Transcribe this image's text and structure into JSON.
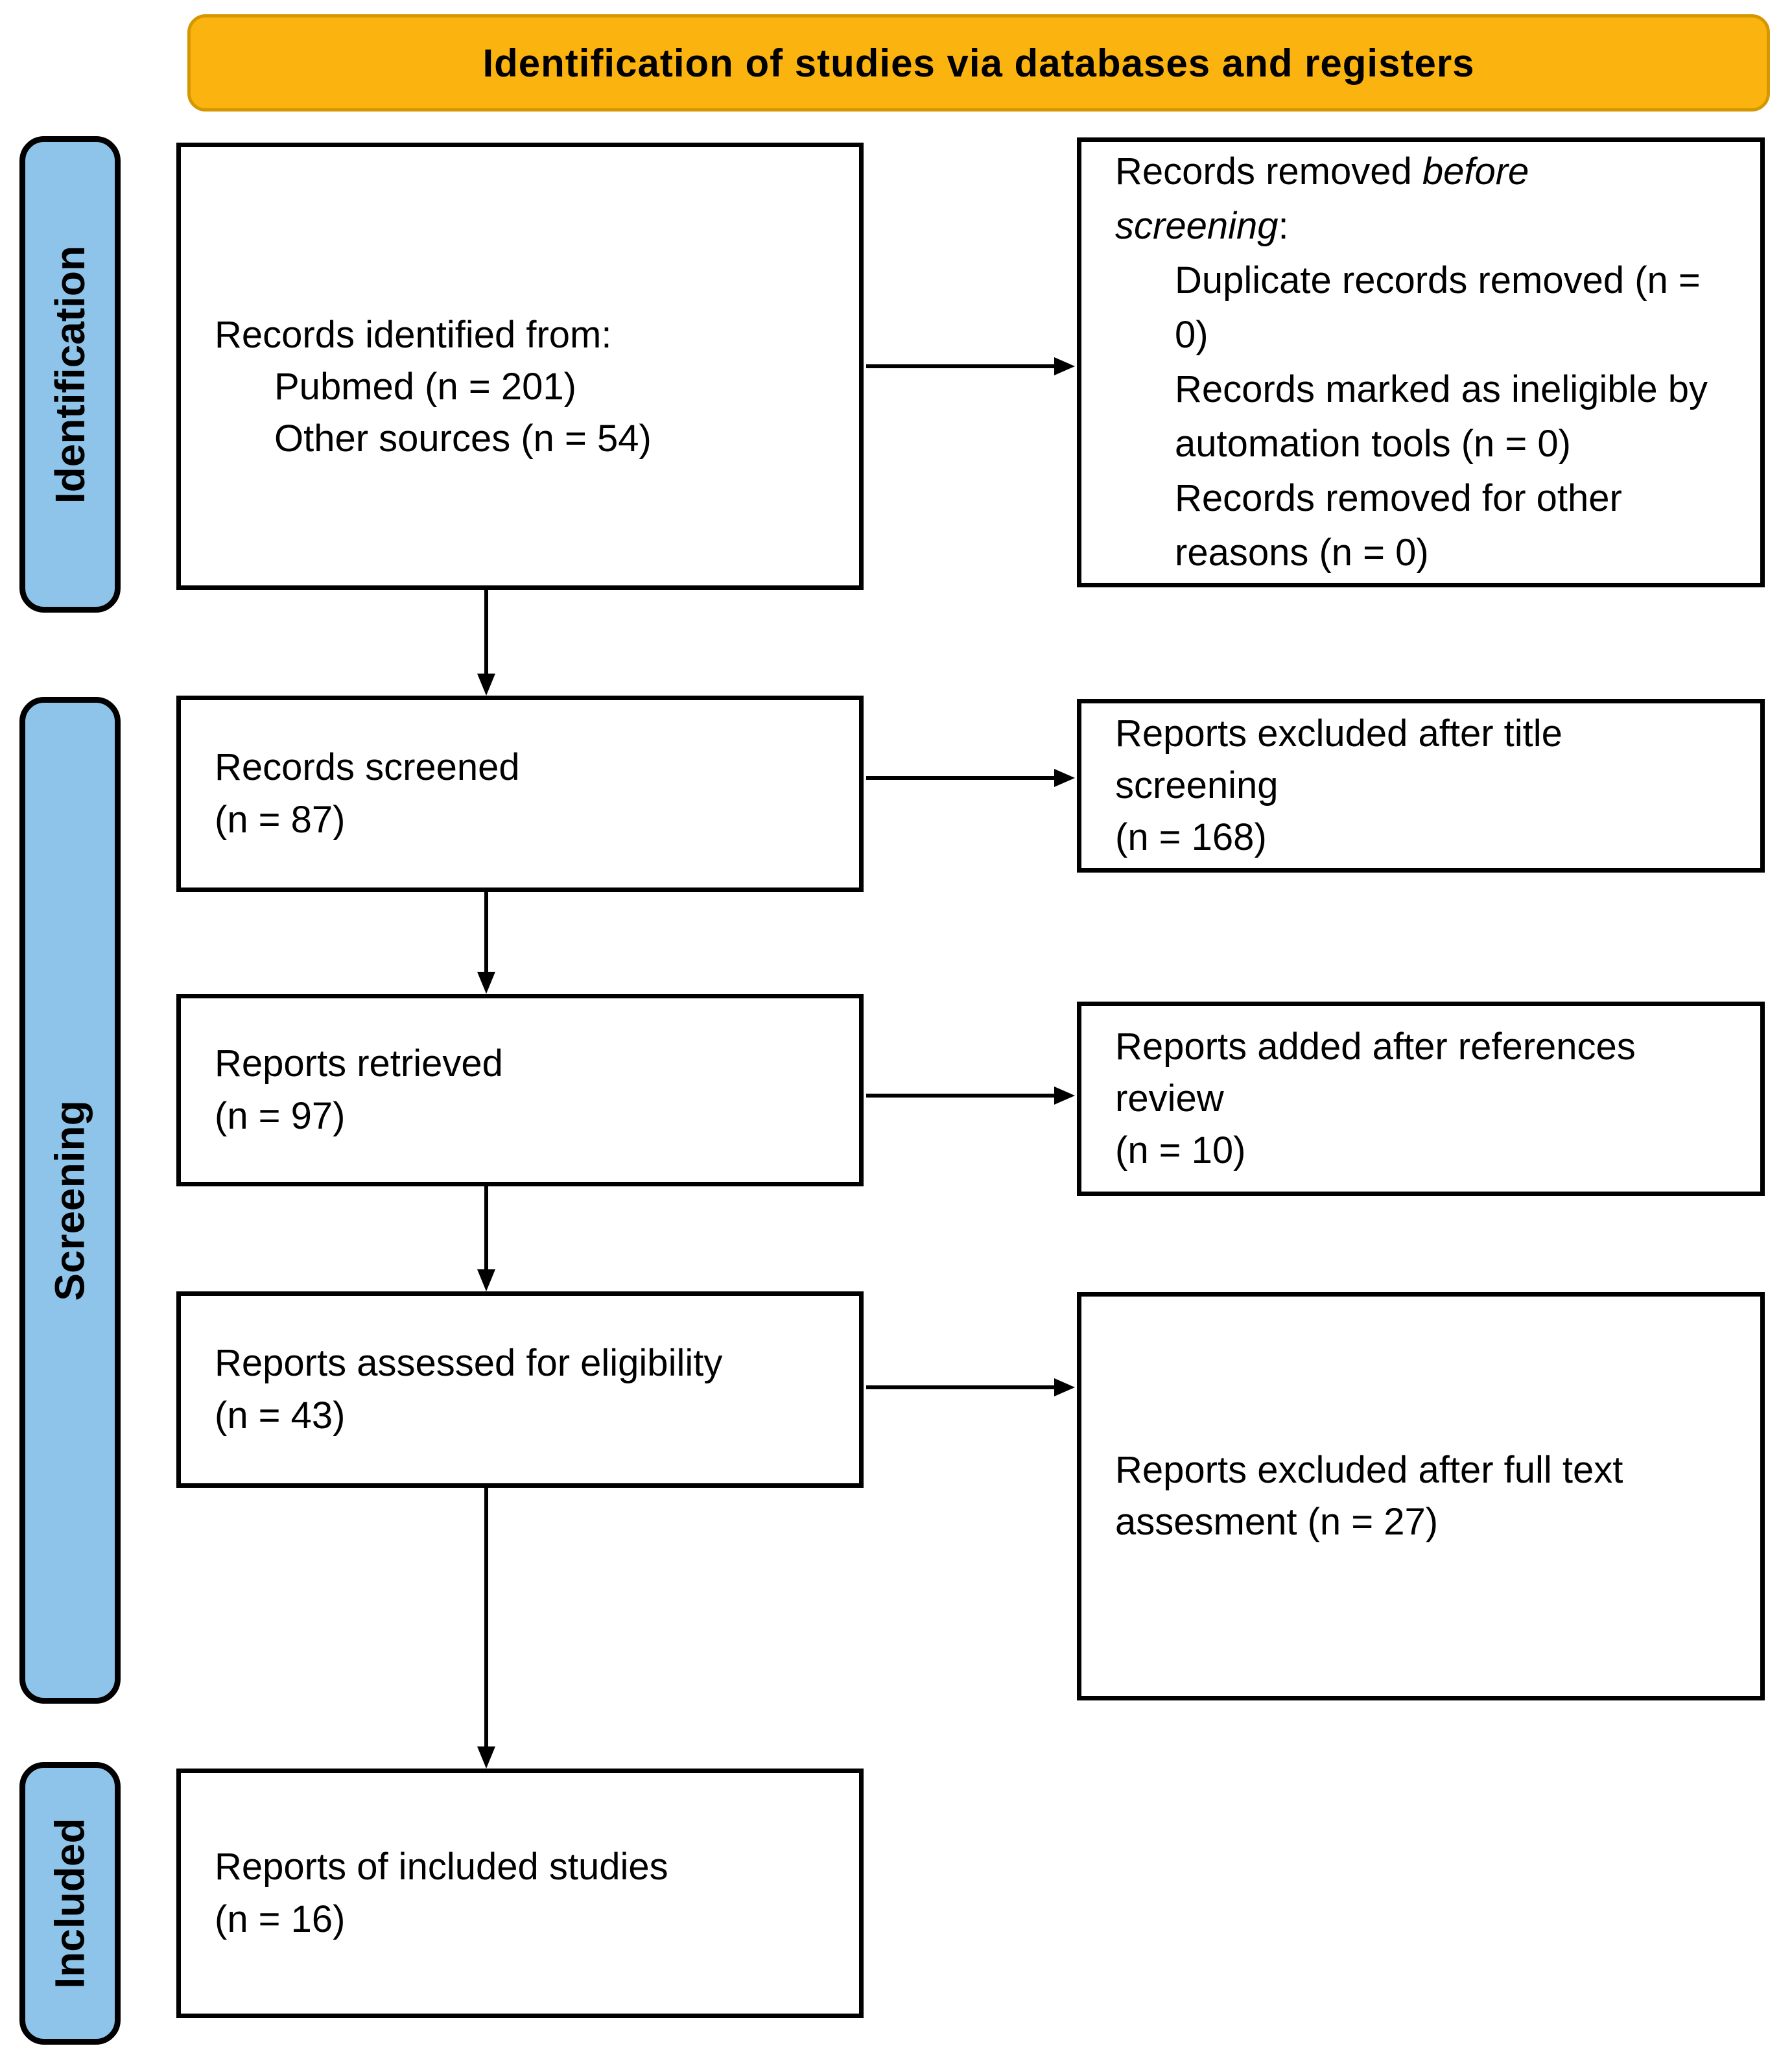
{
  "banner": {
    "title": "Identification of studies via databases and registers"
  },
  "colors": {
    "banner_fill": "#FBB30F",
    "banner_border": "#D59700",
    "stage_fill": "#8EC4E9",
    "line": "#000000"
  },
  "stages": {
    "identification": "Identification",
    "screening": "Screening",
    "included": "Included"
  },
  "flow": {
    "identified": {
      "intro": "Records identified from:",
      "source1": "Pubmed (n = 201)",
      "source2": "Other sources (n = 54)"
    },
    "removed": {
      "prefix": "Records removed ",
      "italic_line1": "before",
      "italic_line2": "screening",
      "suffix": ":",
      "item1": "Duplicate records removed  (n = 0)",
      "item2": "Records marked as ineligible by automation tools (n = 0)",
      "item3": "Records removed for other reasons (n = 0)"
    },
    "screened": {
      "label": "Records screened",
      "count": "(n = 87)"
    },
    "excluded_title": {
      "label": "Reports excluded after title screening",
      "count": "(n = 168)"
    },
    "retrieved": {
      "label": "Reports retrieved",
      "count": "(n = 97)"
    },
    "added_references": {
      "label": "Reports added after references review",
      "count": "(n = 10)"
    },
    "assessed": {
      "label": "Reports assessed for eligibility",
      "count": "(n = 43)"
    },
    "excluded_fulltext": {
      "label": "Reports excluded after full text assesment (n = 27)"
    },
    "included_studies": {
      "label": "Reports of included studies",
      "count": "(n = 16)"
    }
  }
}
